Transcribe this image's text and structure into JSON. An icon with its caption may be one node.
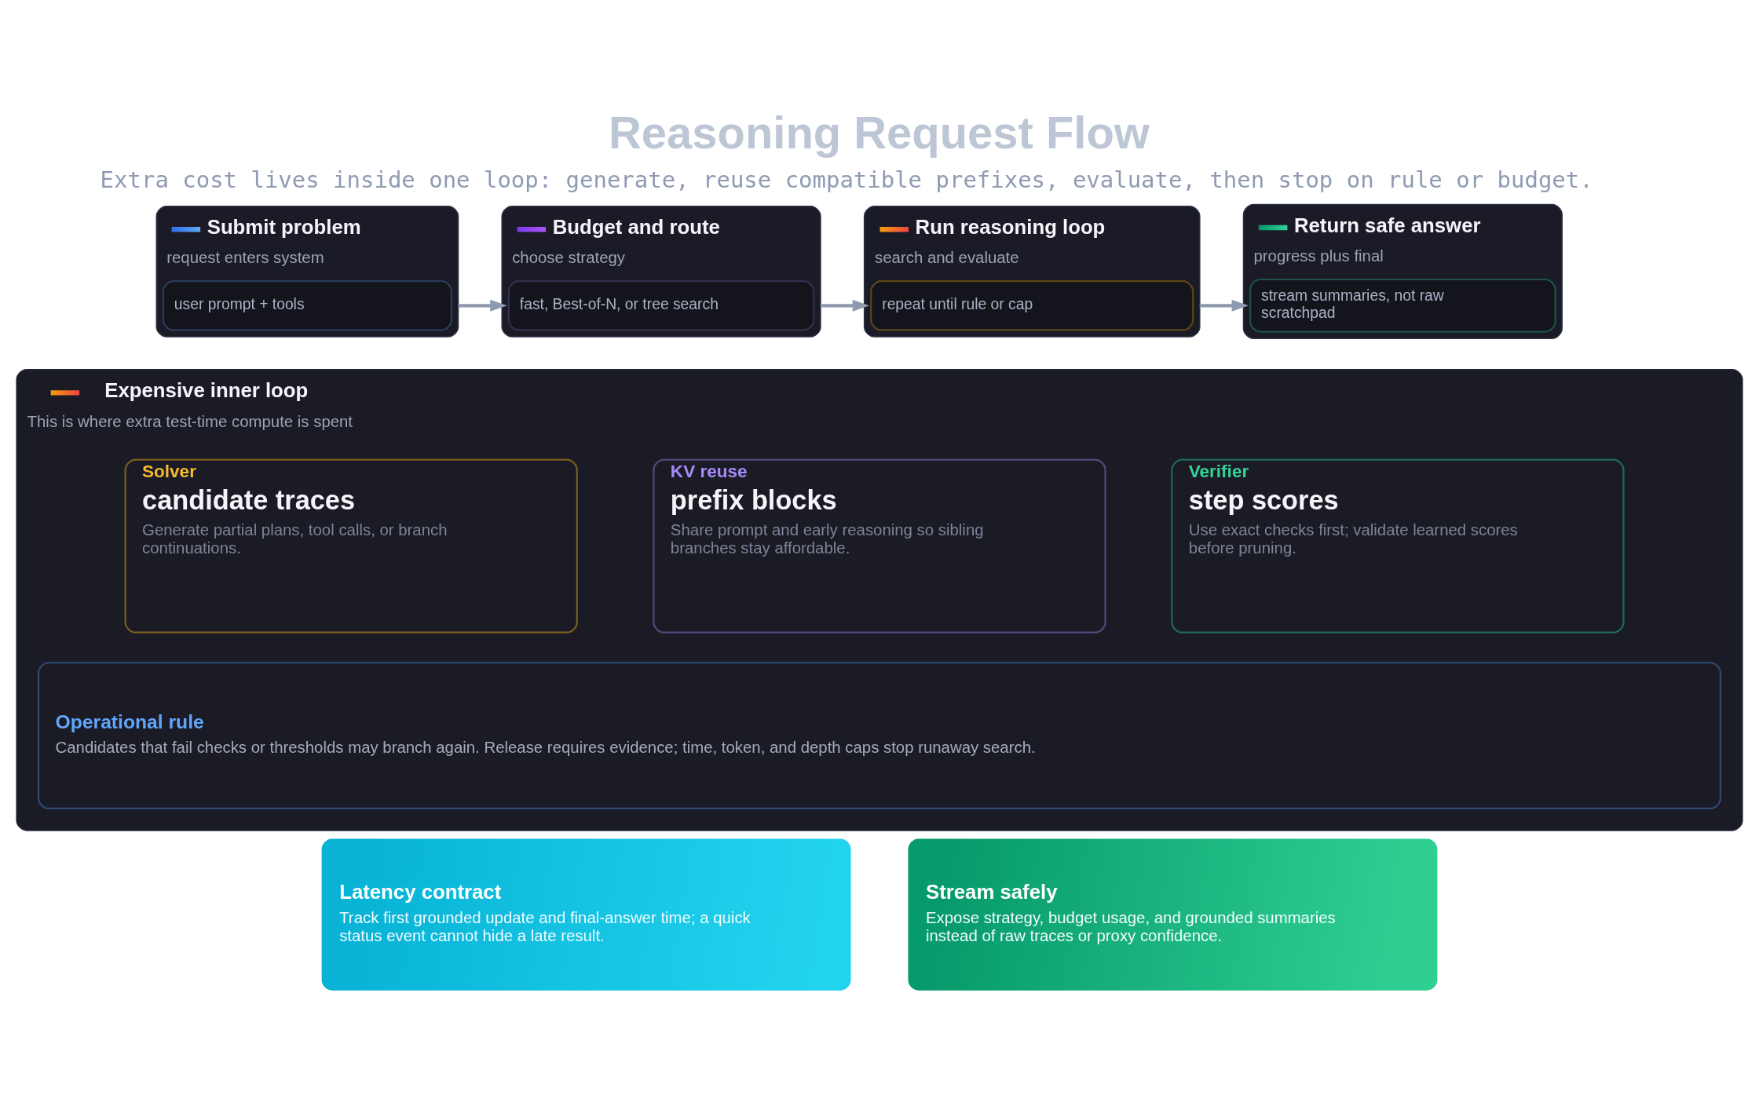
{
  "diagram": {
    "title": "Reasoning Request Flow",
    "nodes": [
      {
        "text": [
          "Submit problem",
          "request enters system"
        ]
      },
      {
        "text": [
          "user prompt + tools"
        ],
        "in": 0
      },
      {
        "text": [
          "Budget and route",
          "choose strategy"
        ]
      },
      {
        "text": [
          "fast, Best-of-N, or tree search"
        ],
        "in": 2
      },
      {
        "text": [
          "Run reasoning loop",
          "search and evaluate"
        ]
      },
      {
        "text": [
          "repeat until rule or cap"
        ],
        "in": 4
      },
      {
        "text": [
          "Return safe answer",
          "progress plus final"
        ]
      },
      {
        "text": [
          "stream summaries, not raw scratchpad"
        ],
        "in": 6
      },
      {
        "text": [
          "Expensive inner loop",
          "This is where extra test-time compute is spent"
        ]
      },
      {
        "text": [
          "Solver",
          "candidate traces",
          "Generate partial plans, tool calls, or branch continuations."
        ],
        "in": 8
      },
      {
        "text": [
          "KV reuse",
          "prefix blocks",
          "Share prompt and early reasoning so sibling branches stay affordable."
        ],
        "in": 8
      },
      {
        "text": [
          "Verifier",
          "step scores",
          "Use exact checks first; validate learned scores before pruning."
        ],
        "in": 8
      },
      {
        "text": [
          "Operational rule",
          "Candidates that fail checks or thresholds may branch again. Release requires evidence; time, token, and depth caps stop runaway search."
        ],
        "in": 8
      },
      {
        "text": [
          "Latency contract",
          "Track first grounded update and final-answer time; a quick status event cannot hide a late result."
        ]
      },
      {
        "text": [
          "Stream safely",
          "Expose strategy, budget usage, and grounded summaries instead of raw traces or proxy confidence."
        ]
      }
    ],
    "edges": [
      {
        "from": 0,
        "to": 2,
        "arrow": "to"
      },
      {
        "from": 2,
        "to": 4,
        "arrow": "to"
      },
      {
        "from": 4,
        "to": 6,
        "arrow": "to"
      }
    ],
    "labels": [
      "Extra cost lives inside one loop: generate, reuse compatible prefixes, evaluate, then stop on rule or budget."
    ]
  }
}
